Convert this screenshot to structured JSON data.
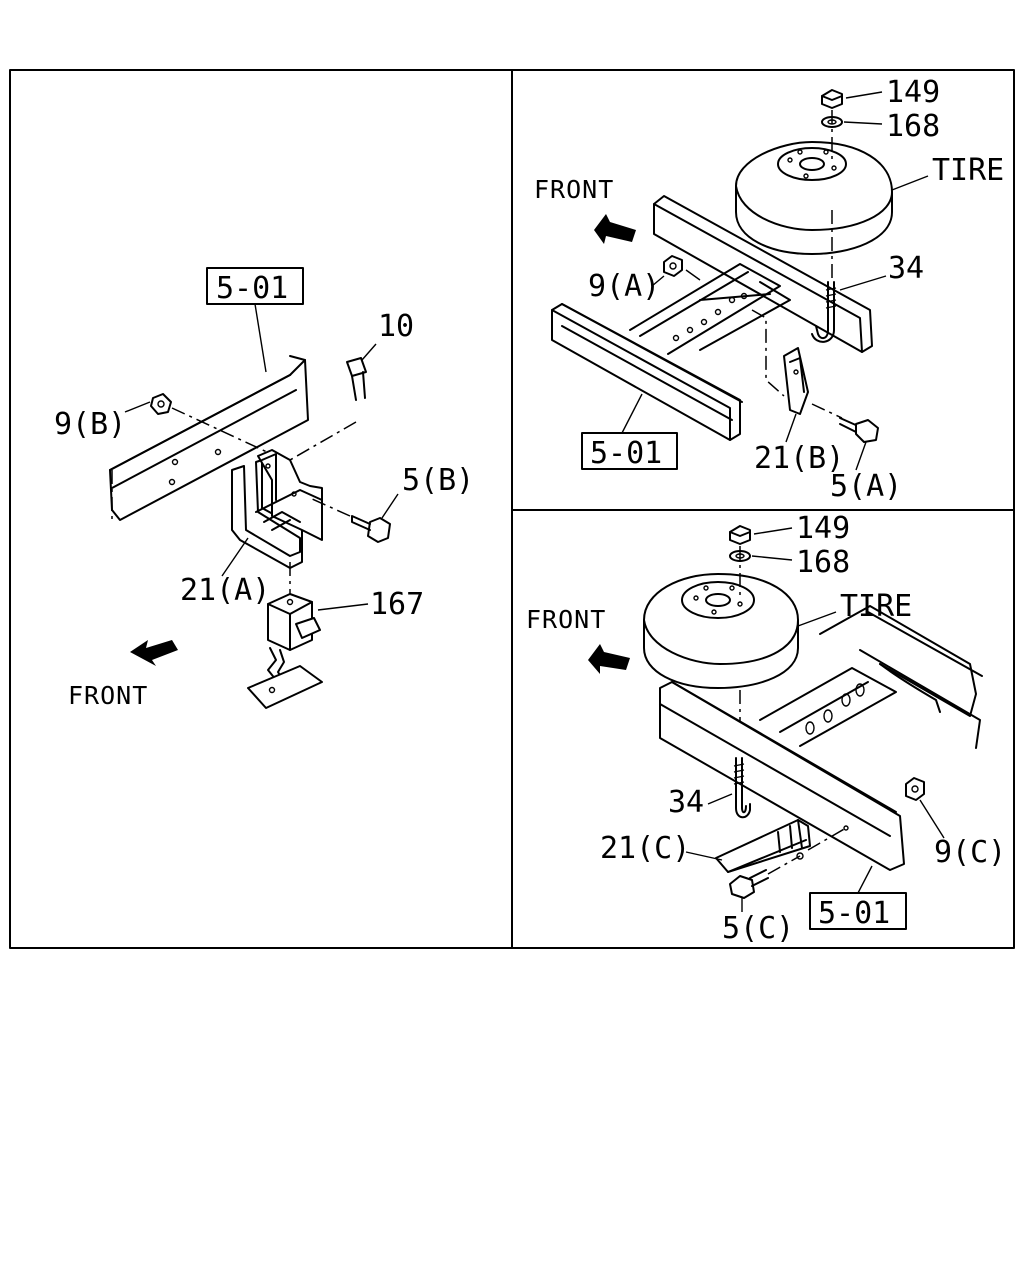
{
  "panels": {
    "left": {
      "ref_box": "5-01",
      "callouts": {
        "bolt_10": "10",
        "nut_9b": "9(B)",
        "bolt_5b": "5(B)",
        "bracket_21a": "21(A)",
        "carrier_167": "167"
      },
      "direction": "FRONT"
    },
    "top_right": {
      "ref_box": "5-01",
      "callouts": {
        "nut_149": "149",
        "washer_168": "168",
        "tire": "TIRE",
        "hook_bolt_34": "34",
        "nut_9a": "9(A)",
        "bracket_21b": "21(B)",
        "bolt_5a": "5(A)"
      },
      "direction": "FRONT"
    },
    "bottom_right": {
      "ref_box": "5-01",
      "callouts": {
        "nut_149": "149",
        "washer_168": "168",
        "tire": "TIRE",
        "hook_bolt_34": "34",
        "bracket_21c": "21(C)",
        "nut_9c": "9(C)",
        "bolt_5c": "5(C)"
      },
      "direction": "FRONT"
    }
  },
  "icons": {
    "front_arrow": "front-arrow-icon"
  }
}
